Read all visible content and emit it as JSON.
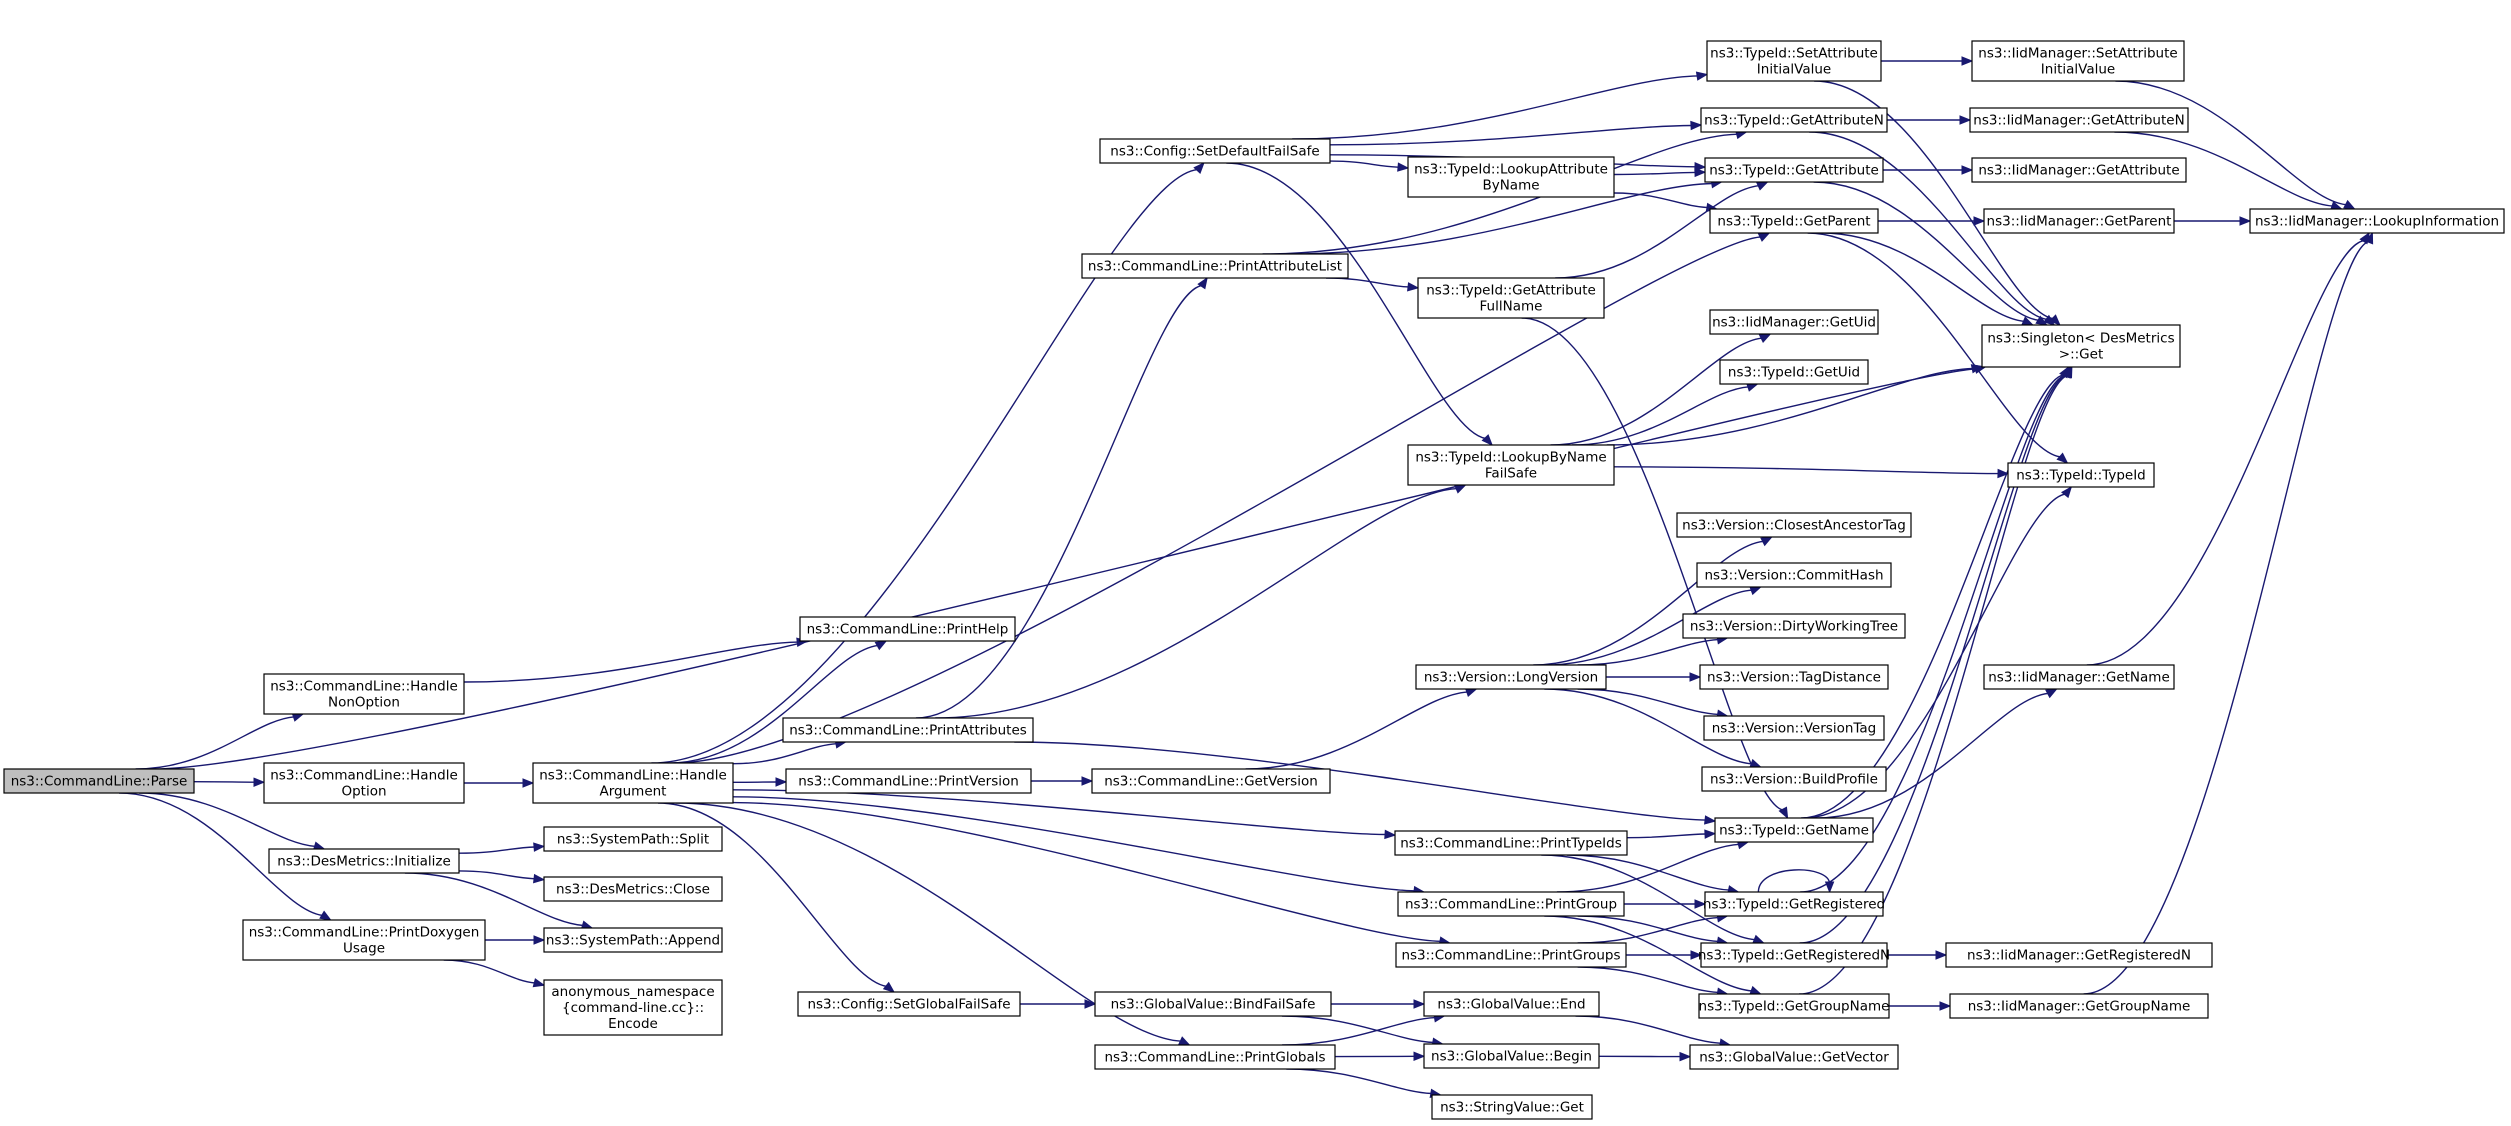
{
  "diagram": {
    "type": "call-graph",
    "colors": {
      "edge": "#191970",
      "root_fill": "#bfbfbf",
      "node_fill": "#ffffff",
      "node_border": "#000000"
    },
    "nodes": [
      {
        "id": "parse",
        "lines": [
          "ns3::CommandLine::Parse"
        ],
        "root": true
      },
      {
        "id": "handleNonOption",
        "lines": [
          "ns3::CommandLine::Handle",
          "NonOption"
        ]
      },
      {
        "id": "handleOption",
        "lines": [
          "ns3::CommandLine::Handle",
          "Option"
        ]
      },
      {
        "id": "desInit",
        "lines": [
          "ns3::DesMetrics::Initialize"
        ]
      },
      {
        "id": "printDoxygen",
        "lines": [
          "ns3::CommandLine::PrintDoxygen",
          "Usage"
        ]
      },
      {
        "id": "printHelp",
        "lines": [
          "ns3::CommandLine::PrintHelp"
        ]
      },
      {
        "id": "handleArgument",
        "lines": [
          "ns3::CommandLine::Handle",
          "Argument"
        ]
      },
      {
        "id": "sysSplit",
        "lines": [
          "ns3::SystemPath::Split"
        ]
      },
      {
        "id": "desClose",
        "lines": [
          "ns3::DesMetrics::Close"
        ]
      },
      {
        "id": "sysAppend",
        "lines": [
          "ns3::SystemPath::Append"
        ]
      },
      {
        "id": "anonEncode",
        "lines": [
          "anonymous_namespace",
          "{command-line.cc}::",
          "Encode"
        ]
      },
      {
        "id": "setDefaultFailSafe",
        "lines": [
          "ns3::Config::SetDefaultFailSafe"
        ]
      },
      {
        "id": "printAttributeList",
        "lines": [
          "ns3::CommandLine::PrintAttributeList"
        ]
      },
      {
        "id": "printAttributes",
        "lines": [
          "ns3::CommandLine::PrintAttributes"
        ]
      },
      {
        "id": "printVersion",
        "lines": [
          "ns3::CommandLine::PrintVersion"
        ]
      },
      {
        "id": "setGlobalFailSafe",
        "lines": [
          "ns3::Config::SetGlobalFailSafe"
        ]
      },
      {
        "id": "printGlobals",
        "lines": [
          "ns3::CommandLine::PrintGlobals"
        ]
      },
      {
        "id": "getVersion",
        "lines": [
          "ns3::CommandLine::GetVersion"
        ]
      },
      {
        "id": "bindFailSafe",
        "lines": [
          "ns3::GlobalValue::BindFailSafe"
        ]
      },
      {
        "id": "lookupAttrByName",
        "lines": [
          "ns3::TypeId::LookupAttribute",
          "ByName"
        ]
      },
      {
        "id": "getAttrFullName",
        "lines": [
          "ns3::TypeId::GetAttribute",
          "FullName"
        ]
      },
      {
        "id": "lookupByNameFailSafe",
        "lines": [
          "ns3::TypeId::LookupByName",
          "FailSafe"
        ]
      },
      {
        "id": "longVersion",
        "lines": [
          "ns3::Version::LongVersion"
        ]
      },
      {
        "id": "printTypeIds",
        "lines": [
          "ns3::CommandLine::PrintTypeIds"
        ]
      },
      {
        "id": "printGroup",
        "lines": [
          "ns3::CommandLine::PrintGroup"
        ]
      },
      {
        "id": "printGroups",
        "lines": [
          "ns3::CommandLine::PrintGroups"
        ]
      },
      {
        "id": "gvEnd",
        "lines": [
          "ns3::GlobalValue::End"
        ]
      },
      {
        "id": "gvBegin",
        "lines": [
          "ns3::GlobalValue::Begin"
        ]
      },
      {
        "id": "stringValueGet",
        "lines": [
          "ns3::StringValue::Get"
        ]
      },
      {
        "id": "setAttrInitial",
        "lines": [
          "ns3::TypeId::SetAttribute",
          "InitialValue"
        ]
      },
      {
        "id": "getAttributeN",
        "lines": [
          "ns3::TypeId::GetAttributeN"
        ]
      },
      {
        "id": "getAttribute",
        "lines": [
          "ns3::TypeId::GetAttribute"
        ]
      },
      {
        "id": "getParent",
        "lines": [
          "ns3::TypeId::GetParent"
        ]
      },
      {
        "id": "iidGetUid",
        "lines": [
          "ns3::IidManager::GetUid"
        ]
      },
      {
        "id": "typeGetUid",
        "lines": [
          "ns3::TypeId::GetUid"
        ]
      },
      {
        "id": "closestTag",
        "lines": [
          "ns3::Version::ClosestAncestorTag"
        ]
      },
      {
        "id": "commitHash",
        "lines": [
          "ns3::Version::CommitHash"
        ]
      },
      {
        "id": "dirtyTree",
        "lines": [
          "ns3::Version::DirtyWorkingTree"
        ]
      },
      {
        "id": "tagDistance",
        "lines": [
          "ns3::Version::TagDistance"
        ]
      },
      {
        "id": "versionTag",
        "lines": [
          "ns3::Version::VersionTag"
        ]
      },
      {
        "id": "buildProfile",
        "lines": [
          "ns3::Version::BuildProfile"
        ]
      },
      {
        "id": "typeGetName",
        "lines": [
          "ns3::TypeId::GetName"
        ]
      },
      {
        "id": "getRegistered",
        "lines": [
          "ns3::TypeId::GetRegistered"
        ]
      },
      {
        "id": "getRegisteredN",
        "lines": [
          "ns3::TypeId::GetRegisteredN"
        ]
      },
      {
        "id": "getGroupName",
        "lines": [
          "ns3::TypeId::GetGroupName"
        ]
      },
      {
        "id": "gvGetVector",
        "lines": [
          "ns3::GlobalValue::GetVector"
        ]
      },
      {
        "id": "iidSetAttrInitial",
        "lines": [
          "ns3::IidManager::SetAttribute",
          "InitialValue"
        ]
      },
      {
        "id": "iidGetAttributeN",
        "lines": [
          "ns3::IidManager::GetAttributeN"
        ]
      },
      {
        "id": "iidGetAttribute",
        "lines": [
          "ns3::IidManager::GetAttribute"
        ]
      },
      {
        "id": "iidGetParent",
        "lines": [
          "ns3::IidManager::GetParent"
        ]
      },
      {
        "id": "singletonGet",
        "lines": [
          "ns3::Singleton< DesMetrics",
          ">::Get"
        ]
      },
      {
        "id": "typeIdCtor",
        "lines": [
          "ns3::TypeId::TypeId"
        ]
      },
      {
        "id": "iidGetName",
        "lines": [
          "ns3::IidManager::GetName"
        ]
      },
      {
        "id": "iidGetRegisteredN",
        "lines": [
          "ns3::IidManager::GetRegisteredN"
        ]
      },
      {
        "id": "iidGetGroupName",
        "lines": [
          "ns3::IidManager::GetGroupName"
        ]
      },
      {
        "id": "iidLookupInfo",
        "lines": [
          "ns3::IidManager::LookupInformation"
        ]
      }
    ],
    "edges": [
      [
        "parse",
        "handleNonOption"
      ],
      [
        "parse",
        "handleOption"
      ],
      [
        "parse",
        "desInit"
      ],
      [
        "parse",
        "printDoxygen"
      ],
      [
        "parse",
        "singletonGet"
      ],
      [
        "handleNonOption",
        "printHelp"
      ],
      [
        "handleOption",
        "handleArgument"
      ],
      [
        "desInit",
        "sysSplit"
      ],
      [
        "desInit",
        "desClose"
      ],
      [
        "desInit",
        "sysAppend"
      ],
      [
        "printDoxygen",
        "sysAppend"
      ],
      [
        "printDoxygen",
        "anonEncode"
      ],
      [
        "handleArgument",
        "printHelp"
      ],
      [
        "handleArgument",
        "setDefaultFailSafe"
      ],
      [
        "handleArgument",
        "printAttributes"
      ],
      [
        "handleArgument",
        "printVersion"
      ],
      [
        "handleArgument",
        "printTypeIds"
      ],
      [
        "handleArgument",
        "printGroup"
      ],
      [
        "handleArgument",
        "printGroups"
      ],
      [
        "handleArgument",
        "setGlobalFailSafe"
      ],
      [
        "handleArgument",
        "printGlobals"
      ],
      [
        "handleArgument",
        "getParent"
      ],
      [
        "printAttributes",
        "printAttributeList"
      ],
      [
        "printAttributes",
        "lookupByNameFailSafe"
      ],
      [
        "printAttributes",
        "typeGetName"
      ],
      [
        "printVersion",
        "getVersion"
      ],
      [
        "getVersion",
        "longVersion"
      ],
      [
        "setDefaultFailSafe",
        "setAttrInitial"
      ],
      [
        "setDefaultFailSafe",
        "getAttributeN"
      ],
      [
        "setDefaultFailSafe",
        "getAttribute"
      ],
      [
        "setDefaultFailSafe",
        "lookupAttrByName"
      ],
      [
        "setDefaultFailSafe",
        "lookupByNameFailSafe"
      ],
      [
        "printAttributeList",
        "getAttributeN"
      ],
      [
        "printAttributeList",
        "getAttribute"
      ],
      [
        "printAttributeList",
        "getAttrFullName"
      ],
      [
        "lookupAttrByName",
        "getAttribute"
      ],
      [
        "lookupAttrByName",
        "getParent"
      ],
      [
        "getAttrFullName",
        "getAttribute"
      ],
      [
        "getAttrFullName",
        "typeGetName"
      ],
      [
        "lookupByNameFailSafe",
        "iidGetUid"
      ],
      [
        "lookupByNameFailSafe",
        "typeGetUid"
      ],
      [
        "lookupByNameFailSafe",
        "singletonGet"
      ],
      [
        "lookupByNameFailSafe",
        "typeIdCtor"
      ],
      [
        "longVersion",
        "closestTag"
      ],
      [
        "longVersion",
        "commitHash"
      ],
      [
        "longVersion",
        "dirtyTree"
      ],
      [
        "longVersion",
        "tagDistance"
      ],
      [
        "longVersion",
        "versionTag"
      ],
      [
        "longVersion",
        "buildProfile"
      ],
      [
        "printTypeIds",
        "typeGetName"
      ],
      [
        "printTypeIds",
        "getRegistered"
      ],
      [
        "printTypeIds",
        "getRegisteredN"
      ],
      [
        "printGroup",
        "typeGetName"
      ],
      [
        "printGroup",
        "getRegistered"
      ],
      [
        "printGroup",
        "getRegisteredN"
      ],
      [
        "printGroup",
        "getGroupName"
      ],
      [
        "printGroups",
        "getRegistered"
      ],
      [
        "printGroups",
        "getRegisteredN"
      ],
      [
        "printGroups",
        "getGroupName"
      ],
      [
        "setGlobalFailSafe",
        "bindFailSafe"
      ],
      [
        "bindFailSafe",
        "gvEnd"
      ],
      [
        "bindFailSafe",
        "gvBegin"
      ],
      [
        "printGlobals",
        "gvEnd"
      ],
      [
        "printGlobals",
        "gvBegin"
      ],
      [
        "printGlobals",
        "stringValueGet"
      ],
      [
        "gvEnd",
        "gvGetVector"
      ],
      [
        "gvBegin",
        "gvGetVector"
      ],
      [
        "setAttrInitial",
        "iidSetAttrInitial"
      ],
      [
        "setAttrInitial",
        "singletonGet"
      ],
      [
        "getAttributeN",
        "iidGetAttributeN"
      ],
      [
        "getAttributeN",
        "singletonGet"
      ],
      [
        "getAttribute",
        "iidGetAttribute"
      ],
      [
        "getAttribute",
        "singletonGet"
      ],
      [
        "getParent",
        "iidGetParent"
      ],
      [
        "getParent",
        "singletonGet"
      ],
      [
        "getParent",
        "typeIdCtor"
      ],
      [
        "typeGetName",
        "iidGetName"
      ],
      [
        "typeGetName",
        "singletonGet"
      ],
      [
        "typeGetName",
        "typeIdCtor"
      ],
      [
        "getRegistered",
        "getRegistered"
      ],
      [
        "getRegistered",
        "singletonGet"
      ],
      [
        "getRegisteredN",
        "iidGetRegisteredN"
      ],
      [
        "getRegisteredN",
        "singletonGet"
      ],
      [
        "getGroupName",
        "iidGetGroupName"
      ],
      [
        "getGroupName",
        "singletonGet"
      ],
      [
        "iidSetAttrInitial",
        "iidLookupInfo"
      ],
      [
        "iidGetAttributeN",
        "iidLookupInfo"
      ],
      [
        "iidGetParent",
        "iidLookupInfo"
      ],
      [
        "iidGetName",
        "iidLookupInfo"
      ],
      [
        "iidGetGroupName",
        "iidLookupInfo"
      ]
    ]
  }
}
